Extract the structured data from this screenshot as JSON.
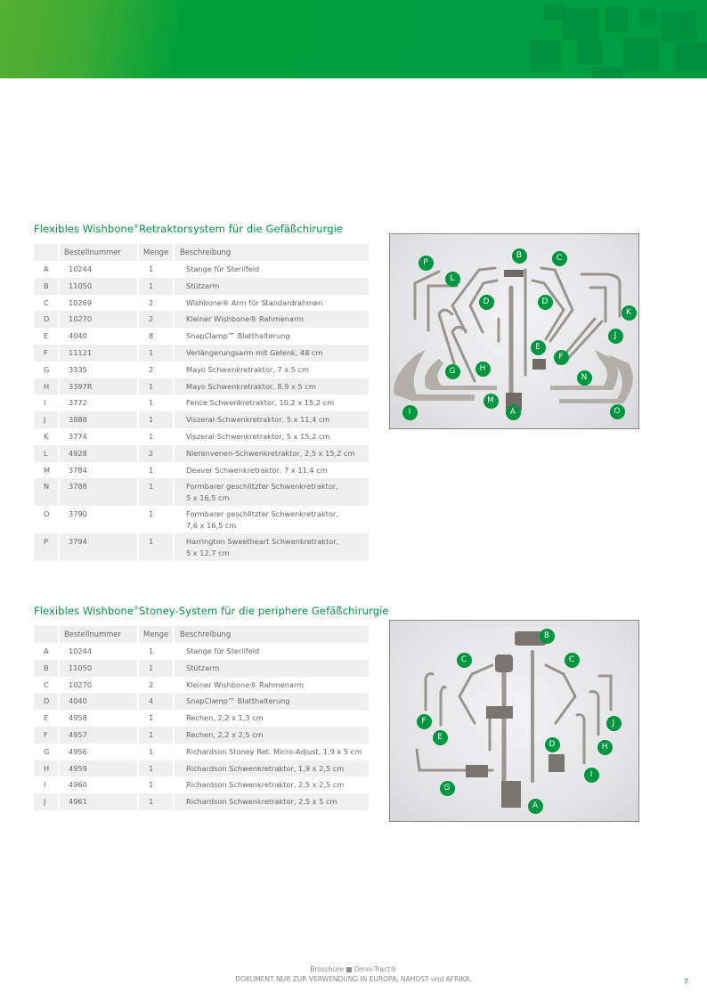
{
  "colors": {
    "brand_green": "#00a03c",
    "title_green": "#00964a",
    "row_shade": "#efefef"
  },
  "section1": {
    "title_prefix": "Flexibles Wishbone",
    "title_mark": "®",
    "title_suffix": "Retraktorsystem für die Gefäßchirurgie",
    "headers": [
      "",
      "Bestellnummer",
      "Menge",
      "Beschreibung"
    ],
    "rows": [
      {
        "letter": "A",
        "number": "10244",
        "qty": "1",
        "desc": "Stange für Sterilfeld"
      },
      {
        "letter": "B",
        "number": "11050",
        "qty": "1",
        "desc": "Stützarm"
      },
      {
        "letter": "C",
        "number": "10269",
        "qty": "2",
        "desc": "Wishbone® Arm für Standardrahmen"
      },
      {
        "letter": "D",
        "number": "10270",
        "qty": "2",
        "desc": "Kleiner Wishbone® Rahmenarm"
      },
      {
        "letter": "E",
        "number": "4040",
        "qty": "8",
        "desc": "SnapClamp™ Blatthalterung"
      },
      {
        "letter": "F",
        "number": "11121",
        "qty": "1",
        "desc": "Verlängerungsarm mit Gelenk, 48 cm"
      },
      {
        "letter": "G",
        "number": "3335",
        "qty": "2",
        "desc": "Mayo Schwenkretraktor, 7 x 5 cm"
      },
      {
        "letter": "H",
        "number": "3397R",
        "qty": "1",
        "desc": "Mayo Schwenkretraktor, 8,9 x 5 cm"
      },
      {
        "letter": "I",
        "number": "3772",
        "qty": "1",
        "desc": "Fence Schwenkretraktor, 10,2 x 15,2 cm"
      },
      {
        "letter": "J",
        "number": "3888",
        "qty": "1",
        "desc": "Viszeral-Schwenkretraktor, 5 x 11,4 cm"
      },
      {
        "letter": "K",
        "number": "3774",
        "qty": "1",
        "desc": "Viszeral-Schwenkretraktor, 5 x 15,2 cm"
      },
      {
        "letter": "L",
        "number": "4928",
        "qty": "2",
        "desc": "Nierenvenen-Schwenkretraktor, 2,5 x 15,2 cm"
      },
      {
        "letter": "M",
        "number": "3784",
        "qty": "1",
        "desc": "Deaver Schwenkretraktor, 7 x 11,4 cm"
      },
      {
        "letter": "N",
        "number": "3788",
        "qty": "1",
        "desc": "Formbarer geschlitzter Schwenkretraktor,",
        "desc2": "5 x 16,5 cm"
      },
      {
        "letter": "O",
        "number": "3790",
        "qty": "1",
        "desc": "Formbarer geschlitzter Schwenkretraktor,",
        "desc2": "7,6 x 16,5 cm"
      },
      {
        "letter": "P",
        "number": "3794",
        "qty": "1",
        "desc": "Harrington Sweetheart Schwenkretraktor,",
        "desc2": "5 x 12,7 cm"
      }
    ],
    "photo_labels": [
      "P",
      "L",
      "B",
      "C",
      "D",
      "D",
      "K",
      "J",
      "E",
      "F",
      "G",
      "H",
      "N",
      "M",
      "I",
      "A",
      "O"
    ]
  },
  "section2": {
    "title_prefix": "Flexibles Wishbone",
    "title_mark": "®",
    "title_suffix": "Stoney-System für die periphere Gefäßchirurgie",
    "headers": [
      "",
      "Bestellnummer",
      "Menge",
      "Beschreibung"
    ],
    "rows": [
      {
        "letter": "A",
        "number": "10244",
        "qty": "1",
        "desc": "Stange für Sterilfeld"
      },
      {
        "letter": "B",
        "number": "11050",
        "qty": "1",
        "desc": "Stützarm"
      },
      {
        "letter": "C",
        "number": "10270",
        "qty": "2",
        "desc": "Kleiner Wishbone® Rahmenarm"
      },
      {
        "letter": "D",
        "number": "4040",
        "qty": "4",
        "desc": "SnapClamp™ Blatthalterung"
      },
      {
        "letter": "E",
        "number": "4958",
        "qty": "1",
        "desc": "Rechen, 2,2 x 1,3 cm"
      },
      {
        "letter": "F",
        "number": "4957",
        "qty": "1",
        "desc": "Rechen, 2,2 x 2,5 cm"
      },
      {
        "letter": "G",
        "number": "4956",
        "qty": "1",
        "desc": "Richardson Stoney Ret. Micro-Adjust, 1,9 x 5 cm"
      },
      {
        "letter": "H",
        "number": "4959",
        "qty": "1",
        "desc": "Richardson Schwenkretraktor, 1,9 x 2,5 cm"
      },
      {
        "letter": "I",
        "number": "4960",
        "qty": "1",
        "desc": "Richardson Schwenkretraktor, 2,5 x 2,5 cm"
      },
      {
        "letter": "J",
        "number": "4961",
        "qty": "1",
        "desc": "Richardson Schwenkretraktor, 2,5 x 5 cm"
      }
    ],
    "photo_labels": [
      "B",
      "C",
      "C",
      "F",
      "E",
      "D",
      "J",
      "H",
      "I",
      "G",
      "A"
    ]
  },
  "footer": {
    "line1": "Broschüre ■ Omni-Tract®",
    "line2": "DOKUMENT NUR ZUR VERWENDUNG IN EUROPA, NAHOST und AFRIKA.",
    "page_number": "7"
  }
}
